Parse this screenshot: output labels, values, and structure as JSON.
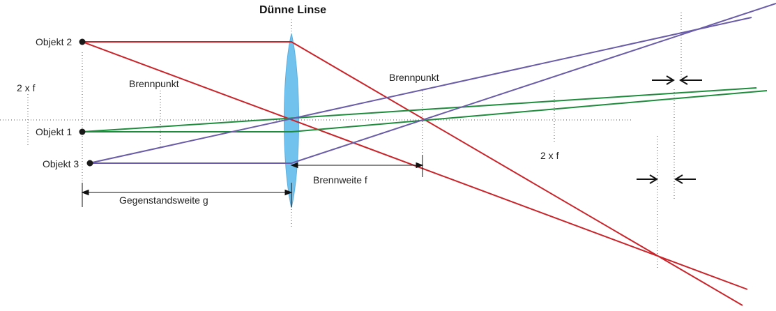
{
  "title": "Dünne Linse",
  "colors": {
    "red_ray": "#c8242a",
    "green_ray": "#1e8c3c",
    "purple_ray": "#6a5ca8",
    "lens_fill": "#72c2ee",
    "guide": "#555555",
    "arrow": "#111111"
  },
  "labels": {
    "objekt_2": "Objekt 2",
    "objekt_1": "Objekt 1",
    "objekt_3": "Objekt 3",
    "two_f_left": "2 x f",
    "brennpunkt_left": "Brennpunkt",
    "brennpunkt_right": "Brennpunkt",
    "two_f_right": "2 x f",
    "brennweite": "Brennweite f",
    "gegenstandsweite": "Gegenstandsweite g"
  }
}
